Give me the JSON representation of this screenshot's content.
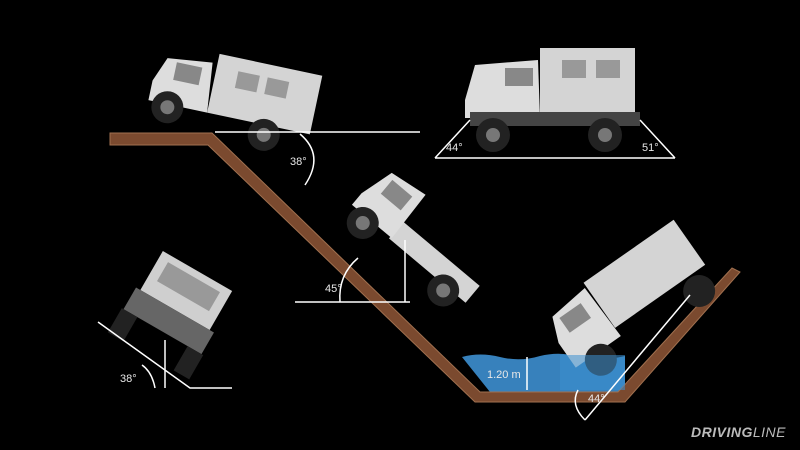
{
  "angles": {
    "ledge_tilt": "38°",
    "approach": "44°",
    "departure": "51°",
    "slope": "45°",
    "side_tilt": "38°",
    "exit": "44°"
  },
  "water_depth": "1.20 m",
  "logo": {
    "bold": "DRIVING",
    "thin": "LINE"
  },
  "colors": {
    "terrain": "#7b4a2f",
    "water": "#3d8fd0",
    "truck": "#d9d9d9",
    "background": "#000000"
  }
}
